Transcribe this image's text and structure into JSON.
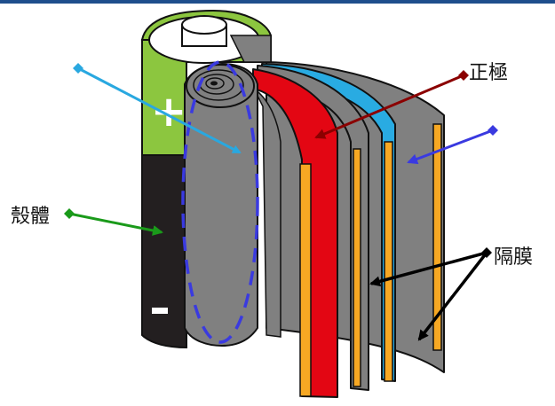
{
  "labels": {
    "positive": "正極",
    "casing": "殼體",
    "separator": "隔膜"
  },
  "symbols": {
    "plus": "+",
    "minus": "−"
  },
  "colors": {
    "casing_green": "#8cc63f",
    "casing_black": "#231f20",
    "electrode_gray": "#808080",
    "cathode_red": "#e30613",
    "separator_blue": "#29abe2",
    "current_collector_orange": "#f7a823",
    "arrow_light_blue": "#29a8e0",
    "arrow_dark_red": "#8b0000",
    "arrow_blue": "#3a3ae0",
    "arrow_green": "#1a9a1a",
    "arrow_black": "#000000",
    "dashed_outline": "#3a3ae0",
    "top_bar": "#1f4e8c"
  }
}
